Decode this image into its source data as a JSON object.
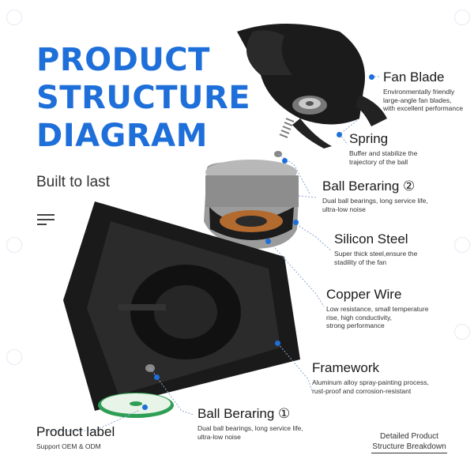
{
  "title": {
    "line1": "PRODUCT",
    "line2": "STRUCTURE",
    "line3": "DIAGRAM"
  },
  "subtitle": "Built to last",
  "accent_color": "#1e6fd9",
  "components": [
    {
      "name": "Fan Blade",
      "desc": [
        "Environmentally friendly",
        "large-angle fan blades,",
        "with excellent performance"
      ]
    },
    {
      "name": "Spring",
      "desc": [
        "Buffer and stabilize the",
        "trajectory of the ball"
      ]
    },
    {
      "name": "Ball Berаring ②",
      "desc": [
        "Dual ball bearings, long service life,",
        "ultra-low noise"
      ]
    },
    {
      "name": "Silicon Steel",
      "desc": [
        "Super thick steel,ensure the",
        "stadility of the fan"
      ]
    },
    {
      "name": "Copper Wire",
      "desc": [
        "Low resistance, small temperature",
        "rise, high conductivity,",
        "strong performance"
      ]
    },
    {
      "name": "Framework",
      "desc": [
        "Aluminum alloy spray-painting process,",
        "rust-proof and corrosion-resistant"
      ]
    },
    {
      "name": "Ball Berаring ①",
      "desc": [
        "Dual ball bearings, long service life,",
        "ultra-low noise"
      ]
    },
    {
      "name": "Product label",
      "desc": [
        "Support OEM & ODM"
      ]
    }
  ],
  "footer": {
    "line1": "Detailed Product",
    "line2": "Structure Breakdown"
  }
}
